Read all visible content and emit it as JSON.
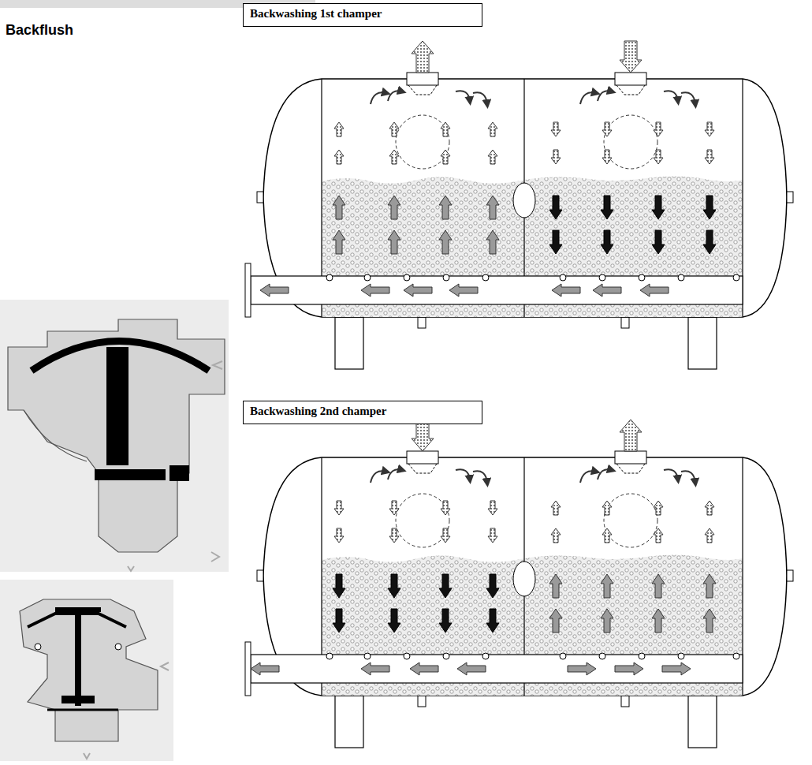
{
  "diagram": {
    "title": "Backflush",
    "nodes": [
      {
        "text": [
          "Backwashing 1st champer"
        ]
      },
      {
        "text": [
          "Backwashing 2nd champer"
        ]
      }
    ]
  }
}
